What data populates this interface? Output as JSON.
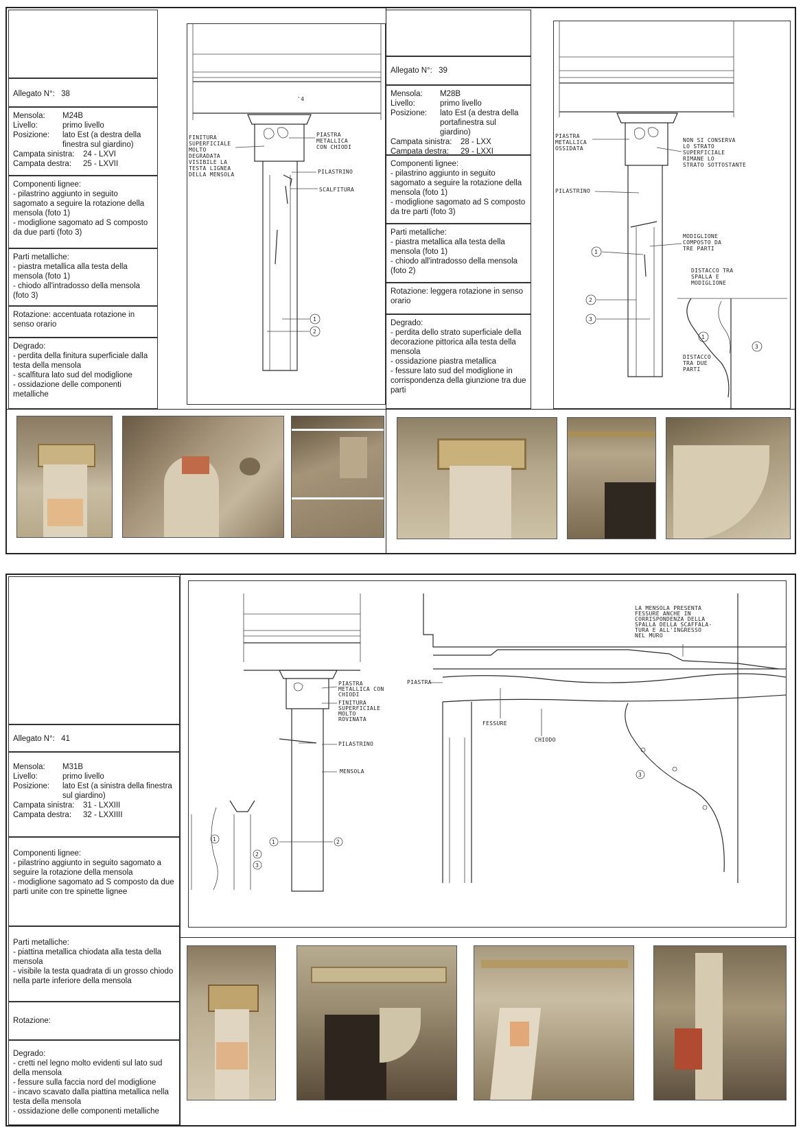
{
  "sheet38": {
    "allegato_label": "Allegato N°:",
    "allegato_num": "38",
    "mensola_label": "Mensola:",
    "mensola": "M24B",
    "livello_label": "Livello:",
    "livello": "primo livello",
    "posizione_label": "Posizione:",
    "posizione": "lato Est (a destra della finestra sul giardino)",
    "campata_sx_label": "Campata sinistra:",
    "campata_sx": "24 - LXVI",
    "campata_dx_label": "Campata destra:",
    "campata_dx": "25 - LXVII",
    "componenti_title": "Componenti lignee:",
    "componenti": [
      "- pilastrino aggiunto in seguito sagomato a seguire la rotazione della mensola (foto 1)",
      "- modiglione sagomato ad S composto da due parti (foto 3)"
    ],
    "metalliche_title": "Parti metalliche:",
    "metalliche": [
      "- piastra metallica alla testa della mensola (foto 1)",
      "- chiodo all'intradosso della mensola (foto 3)"
    ],
    "rotazione": "Rotazione: accentuata rotazione in senso orario",
    "degrado_title": "Degrado:",
    "degrado": [
      "- perdita della finitura superficiale dalla testa della mensola",
      "- scalfitura lato sud del modiglione",
      "- ossidazione delle componenti metalliche"
    ],
    "drawing_notes": {
      "left": [
        "FINITURA",
        "SUPERFICIALE",
        "MOLTO",
        "DEGRADATA",
        "VISIBILE LA",
        "TESTA LIGNEA",
        "DELLA MENSOLA"
      ],
      "piastra": [
        "PIASTRA",
        "METALLICA",
        "CON CHIODI"
      ],
      "pilastrino": "PILASTRINO",
      "scalfitura": "SCALFITURA",
      "n1": "1",
      "n2": "2"
    }
  },
  "sheet39": {
    "allegato_label": "Allegato N°:",
    "allegato_num": "39",
    "mensola_label": "Mensola:",
    "mensola": "M28B",
    "livello_label": "Livello:",
    "livello": "primo livello",
    "posizione_label": "Posizione:",
    "posizione": "lato Est (a destra della portafinestra sul giardino)",
    "campata_sx_label": "Campata sinistra:",
    "campata_sx": "28 - LXX",
    "campata_dx_label": "Campata destra:",
    "campata_dx": "29 - LXXI",
    "componenti_title": "Componenti lignee:",
    "componenti": [
      "- pilastrino aggiunto in seguito sagomato a seguire la rotazione della mensola (foto 1)",
      "- modiglione sagomato ad S composto da tre parti (foto 3)"
    ],
    "metalliche_title": "Parti metalliche:",
    "metalliche": [
      "- piastra metallica alla testa della mensola (foto 1)",
      "- chiodo all'intradosso della mensola (foto 2)"
    ],
    "rotazione": "Rotazione: leggera rotazione in senso orario",
    "degrado_title": "Degrado:",
    "degrado": [
      "- perdita dello strato superficiale della decorazione pittorica alla testa della mensola",
      "- ossidazione piastra metallica",
      "- fessure lato sud del modiglione in corrispondenza della giunzione tra due parti"
    ],
    "drawing_notes": {
      "piastra": [
        "PIASTRA",
        "METALLICA",
        "OSSIDATA"
      ],
      "strato": [
        "NON SI CONSERVA",
        "LO STRATO",
        "SUPERFICIALE",
        "RIMANE LO",
        "STRATO SOTTOSTANTE"
      ],
      "pilastrino": "PILASTRINO",
      "modiglione": [
        "MODIGLIONE",
        "COMPOSTO DA",
        "TRE PARTI"
      ],
      "distacco1": [
        "DISTACCO TRA",
        "SPALLA E",
        "MODIGLIONE"
      ],
      "distacco2": [
        "DISTACCO",
        "TRA DUE",
        "PARTI"
      ],
      "n1": "1",
      "n2": "2",
      "n3": "3"
    }
  },
  "sheet41": {
    "allegato_label": "Allegato N°:",
    "allegato_num": "41",
    "mensola_label": "Mensola:",
    "mensola": "M31B",
    "livello_label": "Livello:",
    "livello": "primo livello",
    "posizione_label": "Posizione:",
    "posizione": "lato Est (a sinistra della finestra sul giardino)",
    "campata_sx_label": "Campata sinistra:",
    "campata_sx": "31 - LXXIII",
    "campata_dx_label": "Campata destra:",
    "campata_dx": "32 - LXXIIII",
    "componenti_title": "Componenti lignee:",
    "componenti": [
      "- pilastrino aggiunto in seguito sagomato a seguire la rotazione della mensola",
      "- modiglione sagomato ad S composto da due parti unite con tre spinette lignee"
    ],
    "metalliche_title": "Parti metalliche:",
    "metalliche": [
      "- piattina metallica chiodata alla testa della mensola",
      "- visibile la testa quadrata di un grosso chiodo nella parte inferiore della mensola"
    ],
    "rotazione": "Rotazione:",
    "degrado_title": "Degrado:",
    "degrado": [
      "- cretti nel legno molto evidenti sul lato sud della mensola",
      "- fessure sulla faccia nord del modiglione",
      "- incavo scavato dalla piattina metallica nella testa della mensola",
      "- ossidazione delle componenti metalliche"
    ],
    "drawing_notes": {
      "piastra": [
        "PIASTRA",
        "METALLICA CON",
        "CHIODI"
      ],
      "finitura": [
        "FINITURA",
        "SUPERFICIALE",
        "MOLTO",
        "ROVINATA"
      ],
      "pilastrino": "PILASTRINO",
      "mensola": "MENSOLA",
      "piastra2": "PIASTRA",
      "fessure": "FESSURE",
      "chiodo": "CHIODO",
      "nota": [
        "LA MENSOLA PRESENTA",
        "FESSURE ANCHE IN",
        "CORRISPONDENZA DELLA",
        "SPALLA DELLA SCAFFALA-",
        "TURA E ALL'INGRESSO",
        "NEL MURO"
      ],
      "n1": "1",
      "n2": "2",
      "n3": "3"
    }
  }
}
